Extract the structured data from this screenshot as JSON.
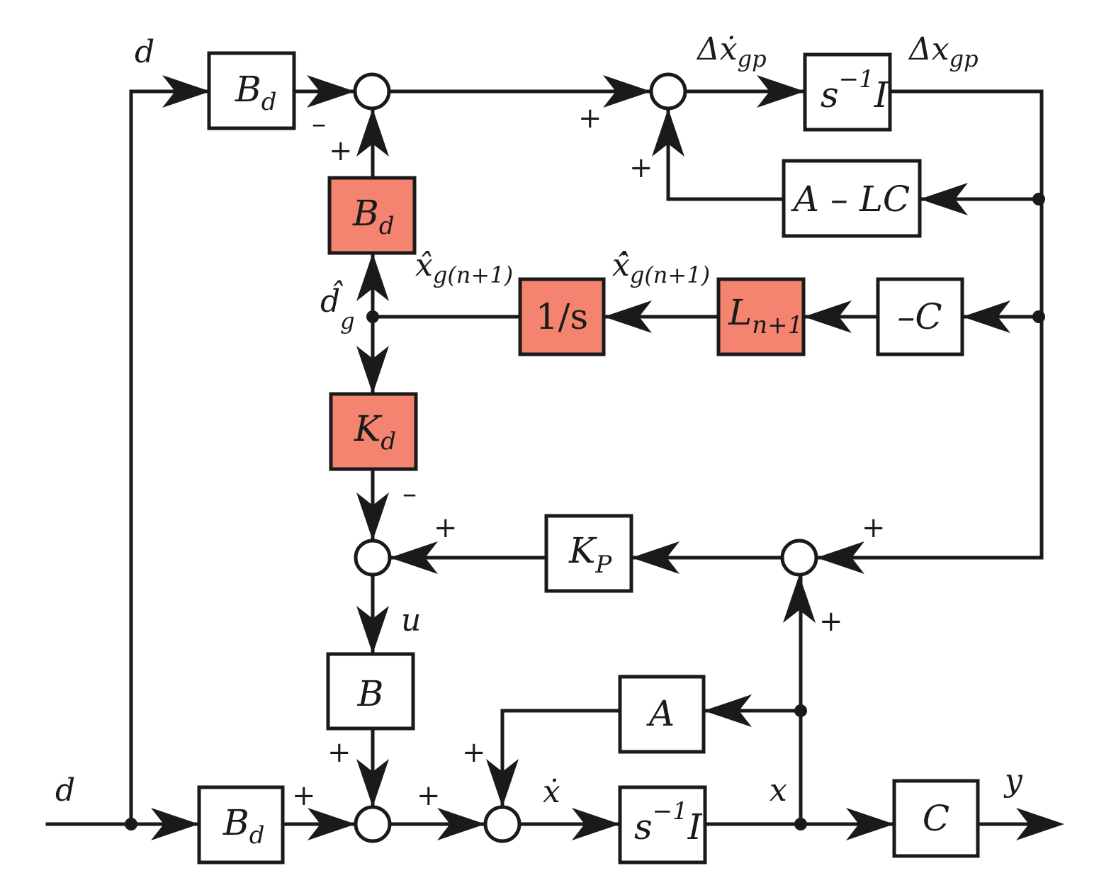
{
  "colors": {
    "highlight": "#f4846f",
    "plain": "#ffffff",
    "line": "#1a1a1a"
  },
  "blocks": {
    "bd_top": {
      "main": "B",
      "sub": "d"
    },
    "sinv_top": {
      "pre": "s",
      "sup": "−1",
      "post": "I"
    },
    "a_lc": {
      "main": "A – LC"
    },
    "bd_mid": {
      "main": "B",
      "sub": "d"
    },
    "one_s": {
      "main": "1/s"
    },
    "l_n1": {
      "main": "L",
      "sub": "n+1"
    },
    "neg_c": {
      "main": "–C"
    },
    "kd": {
      "main": "K",
      "sub": "d"
    },
    "kp": {
      "main": "K",
      "sub": "P"
    },
    "b": {
      "main": "B"
    },
    "a": {
      "main": "A"
    },
    "bd_bot": {
      "main": "B",
      "sub": "d"
    },
    "sinv_bot": {
      "pre": "s",
      "sup": "−1",
      "post": "I"
    },
    "c": {
      "main": "C"
    }
  },
  "signals": {
    "d_top": "d",
    "dxgp_dot": {
      "main": "Δẋ",
      "sub": "gp"
    },
    "dxgp": {
      "main": "Δx",
      "sub": "gp"
    },
    "xhat": {
      "main": "x̂",
      "sub": "g(n+1)"
    },
    "xhat_dot": {
      "main": "x̂̇",
      "sub": "g(n+1)"
    },
    "dhat": {
      "main": "d̂",
      "sub": "g"
    },
    "u": "u",
    "d_bot": "d",
    "xdot": "ẋ",
    "x": "x",
    "y": "y"
  },
  "signs": {
    "s1_minus": "–",
    "s1_plus": "+",
    "s2_plus_left": "+",
    "s2_plus_bottom": "+",
    "s3_minus": "–",
    "s3_plus": "+",
    "s4_plus_right": "+",
    "s4_plus_bottom": "+",
    "s5_plus_left": "+",
    "s5_plus_top": "+",
    "s6_plus_left": "+",
    "s6_plus_top": "+"
  }
}
